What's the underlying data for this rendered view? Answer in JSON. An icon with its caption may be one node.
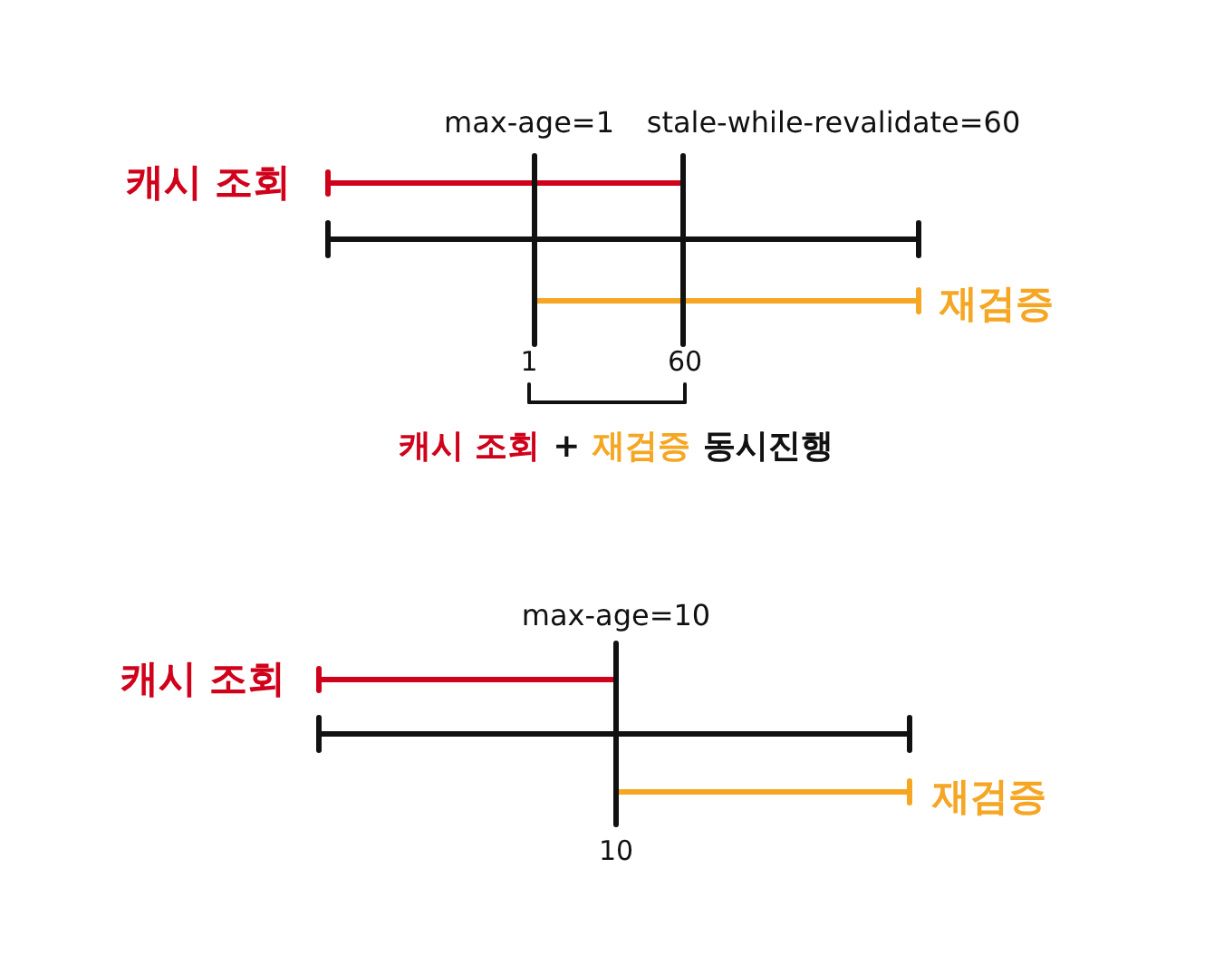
{
  "diagram": {
    "labels": [
      "max-age=1",
      "stale-while-revalidate=60",
      "캐시 조회",
      "재검증",
      "1",
      "60",
      "캐시 조회",
      "+",
      "재검증",
      "동시진행",
      "max-age=10",
      "캐시 조회",
      "재검증",
      "10"
    ]
  }
}
